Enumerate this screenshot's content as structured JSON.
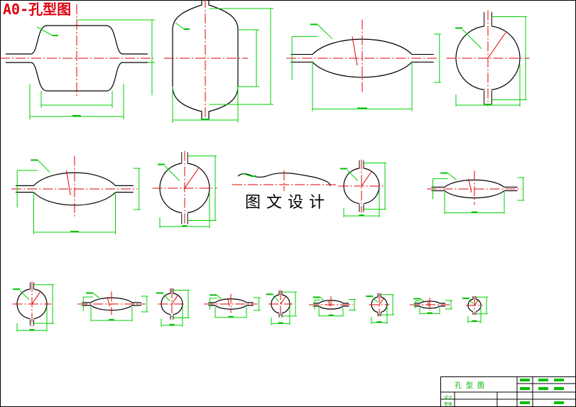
{
  "sheet": {
    "title": "A0-孔型图",
    "watermark": "图文设计"
  },
  "title_block": {
    "drawing_name": "孔型图",
    "row_design": "设计",
    "row_check": "审核"
  },
  "colors": {
    "outline": "#000000",
    "centerline": "#e00000",
    "dimension": "#00d000",
    "title": "#e0000f",
    "fill_mark": "#00c000"
  },
  "passes": [
    {
      "id": 1,
      "shape": "box-oval"
    },
    {
      "id": 2,
      "shape": "barrel-vertical"
    },
    {
      "id": 3,
      "shape": "oval"
    },
    {
      "id": 4,
      "shape": "round"
    },
    {
      "id": 5,
      "shape": "oval"
    },
    {
      "id": 6,
      "shape": "round"
    },
    {
      "id": 7,
      "shape": "flat-oval-open"
    },
    {
      "id": 8,
      "shape": "round"
    },
    {
      "id": 9,
      "shape": "oval"
    },
    {
      "id": 10,
      "shape": "round"
    },
    {
      "id": 11,
      "shape": "oval"
    },
    {
      "id": 12,
      "shape": "round"
    },
    {
      "id": 13,
      "shape": "oval"
    },
    {
      "id": 14,
      "shape": "round"
    },
    {
      "id": 15,
      "shape": "oval"
    },
    {
      "id": 16,
      "shape": "round"
    },
    {
      "id": 17,
      "shape": "oval"
    },
    {
      "id": 18,
      "shape": "round"
    }
  ]
}
